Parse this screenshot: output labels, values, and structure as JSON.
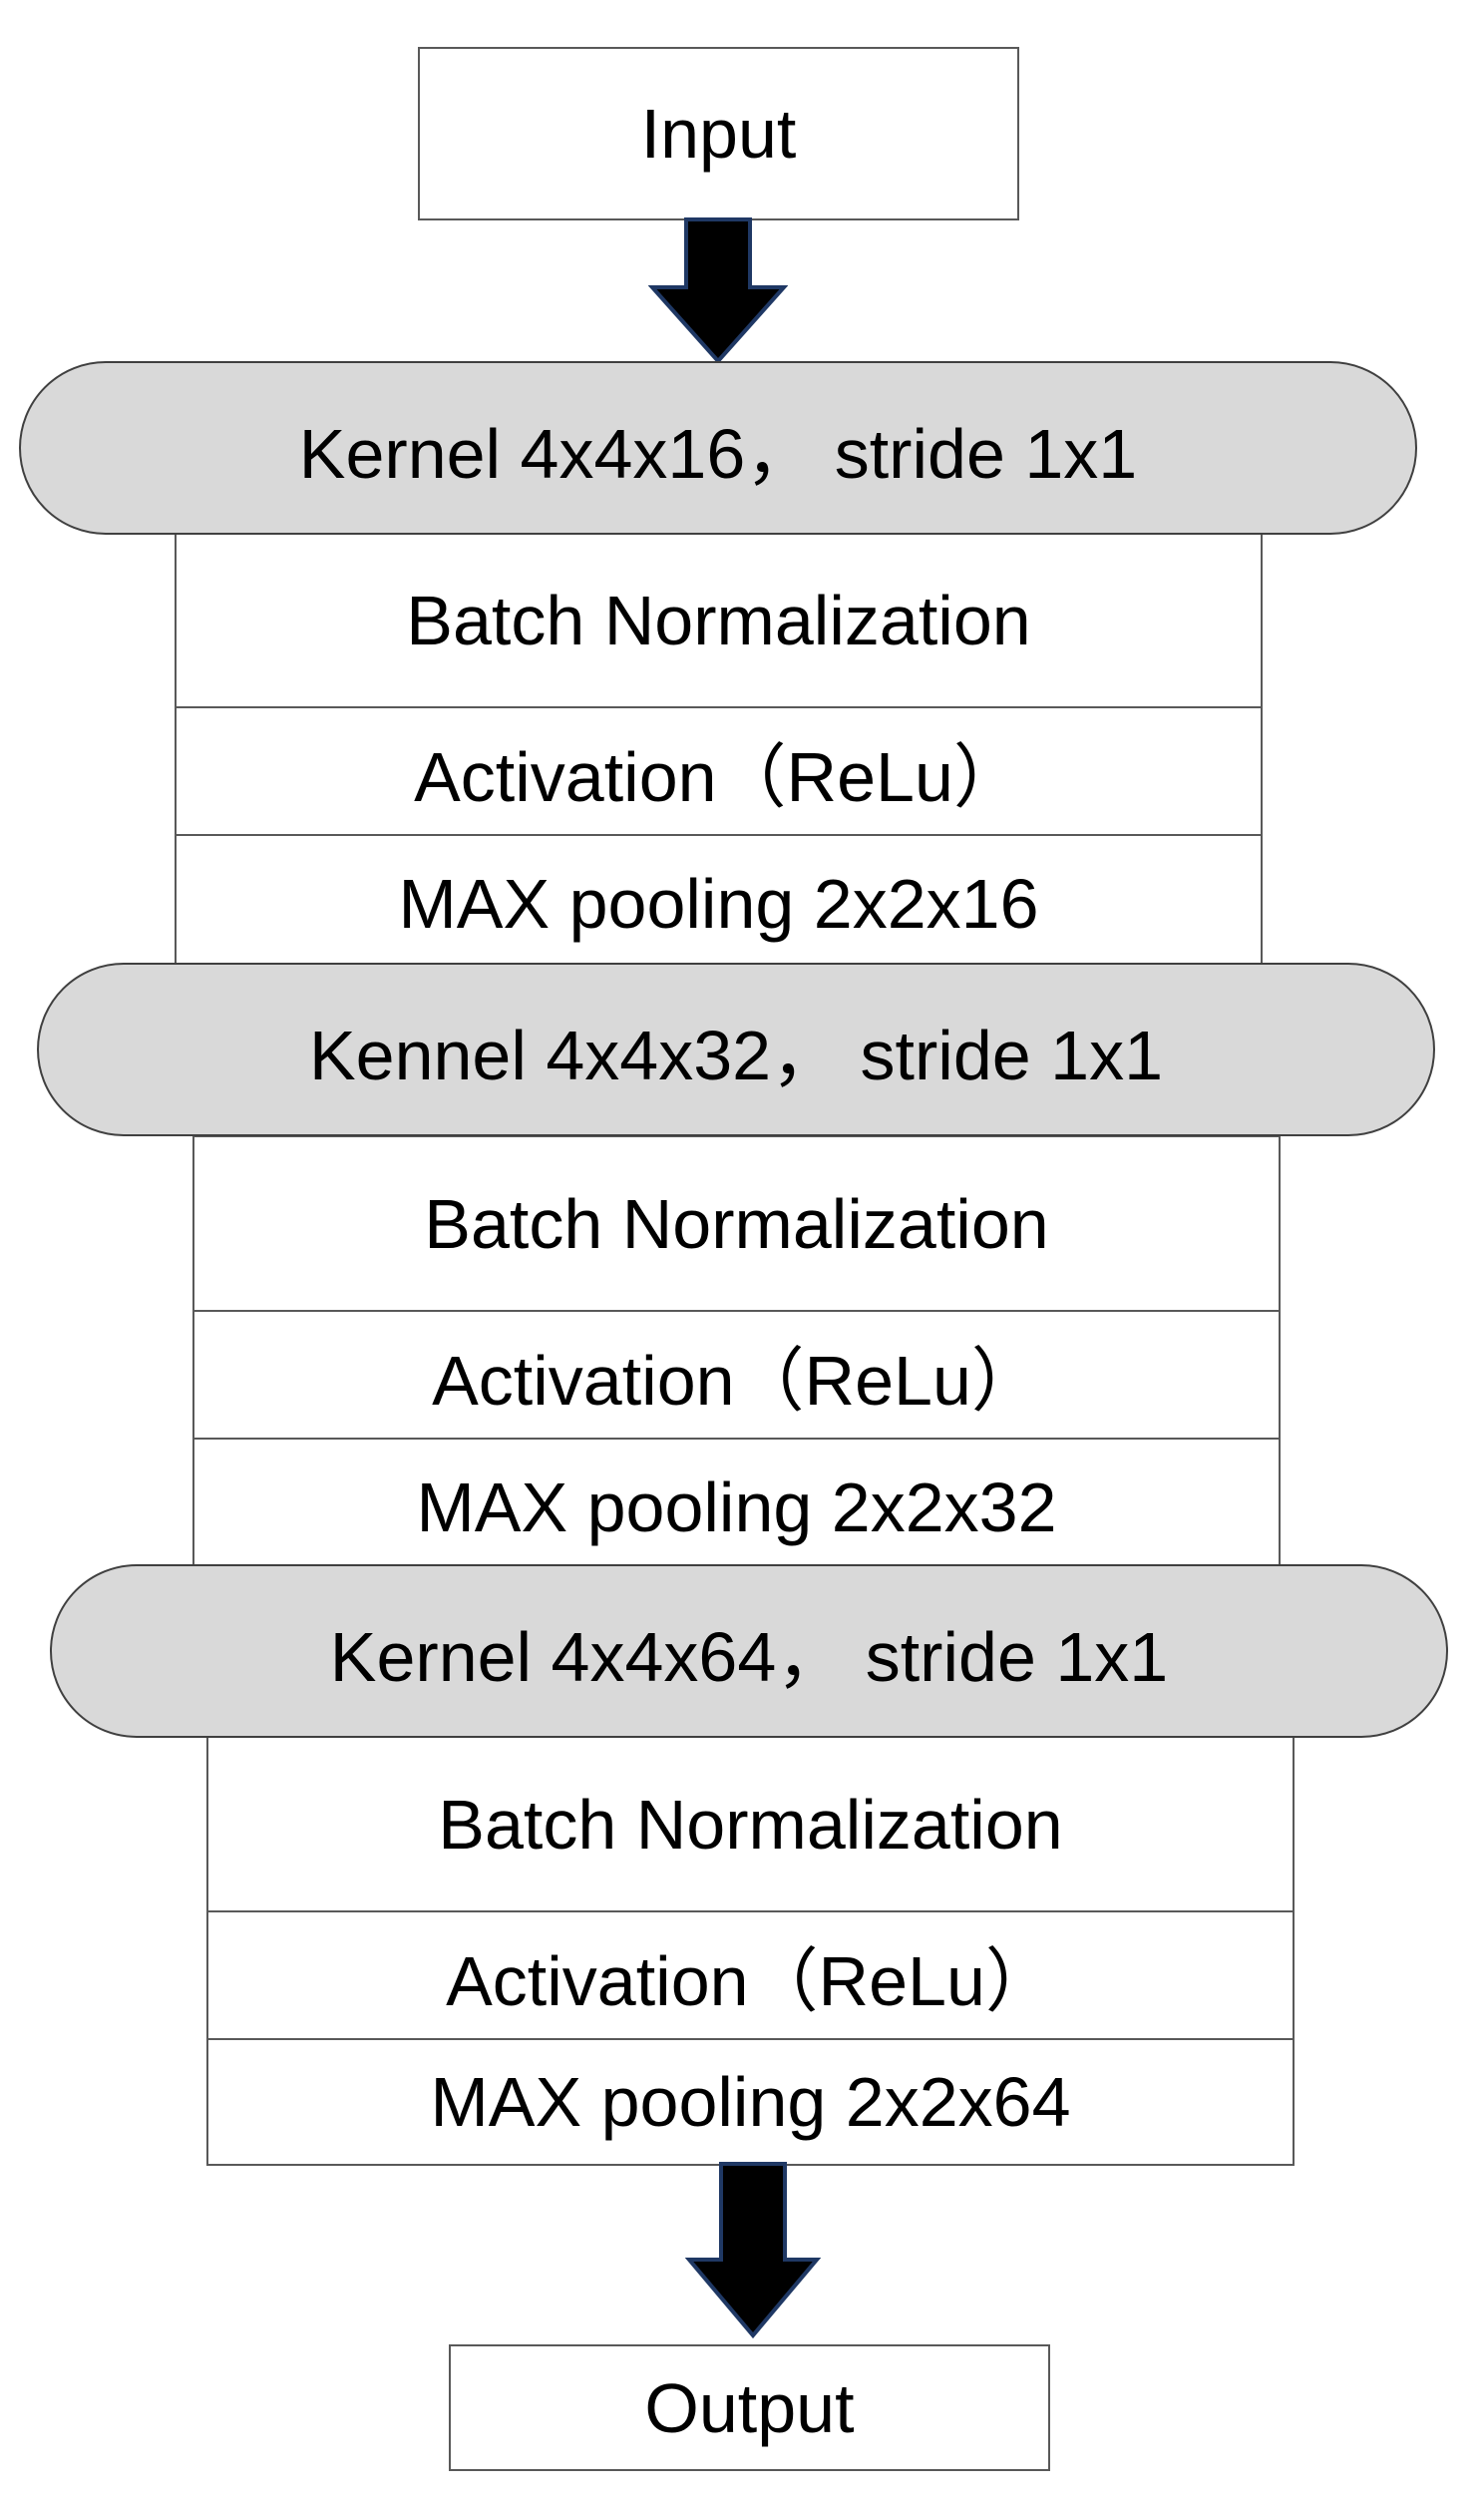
{
  "colors": {
    "kernel_fill": "#d9d9d9",
    "box_fill": "#ffffff",
    "border": "#595959",
    "arrow_fill": "#000000",
    "arrow_stroke": "#1f3864"
  },
  "input_label": "Input",
  "output_label": "Output",
  "blocks": [
    {
      "kernel": "Kernel 4x4x16， stride 1x1",
      "batch_norm": "Batch Normalization",
      "activation": "Activation（ReLu）",
      "pooling": "MAX pooling  2x2x16"
    },
    {
      "kernel": "Kennel 4x4x32， stride 1x1",
      "batch_norm": "Batch Normalization",
      "activation": "Activation（ReLu）",
      "pooling": "MAX pooling 2x2x32"
    },
    {
      "kernel": "Kernel 4x4x64， stride 1x1",
      "batch_norm": "Batch Normalization",
      "activation": "Activation（ReLu）",
      "pooling": "MAX pooling  2x2x64"
    }
  ],
  "arrows": [
    "down-arrow",
    "down-arrow"
  ]
}
